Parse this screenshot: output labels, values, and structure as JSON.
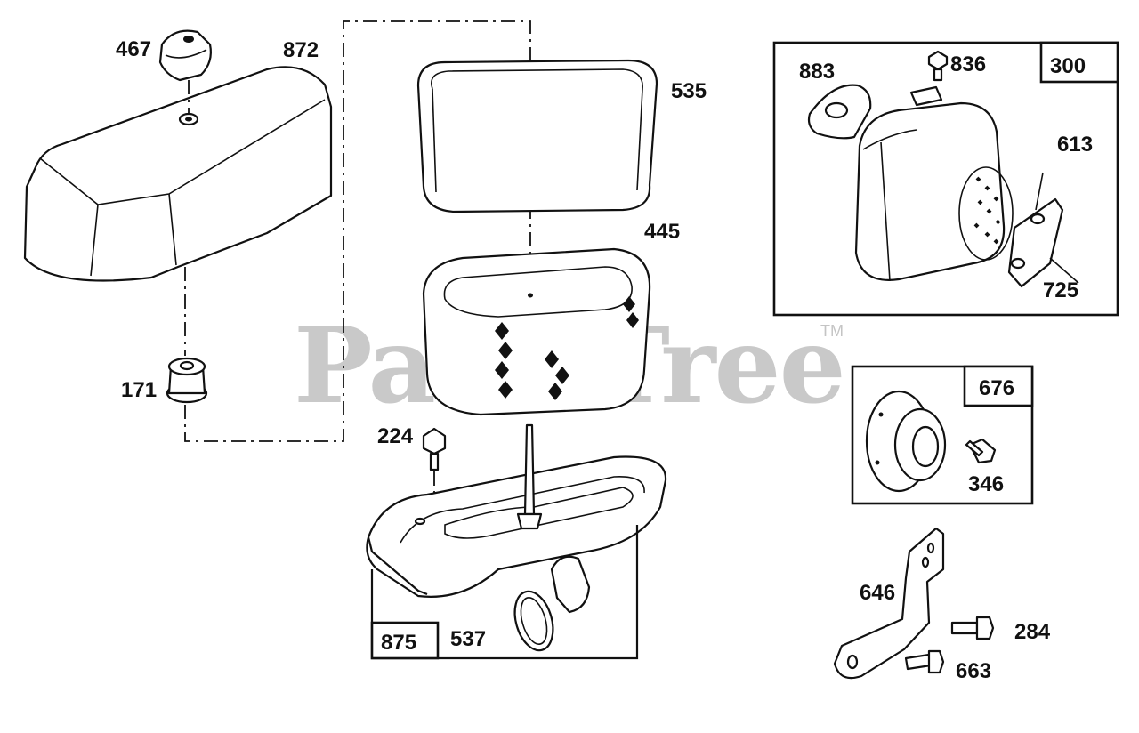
{
  "watermark": {
    "text": "PartsTree",
    "trademark": "TM"
  },
  "labels": {
    "l467": "467",
    "l872": "872",
    "l171": "171",
    "l535": "535",
    "l445": "445",
    "l224": "224",
    "l875": "875",
    "l537": "537",
    "l883": "883",
    "l836": "836",
    "l300": "300",
    "l613": "613",
    "l725": "725",
    "l676": "676",
    "l346": "346",
    "l646": "646",
    "l284": "284",
    "l663": "663"
  },
  "colors": {
    "ink": "#111111",
    "watermark": "#c9c9c9",
    "background": "#ffffff"
  }
}
